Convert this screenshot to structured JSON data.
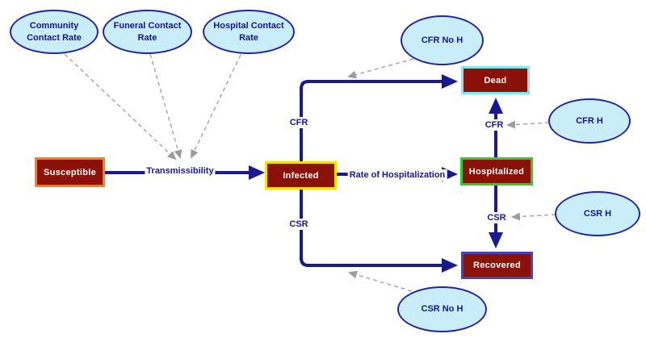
{
  "stocks": {
    "susceptible": "Susceptible",
    "infected": "Infected",
    "hospitalized": "Hospitalized",
    "dead": "Dead",
    "recovered": "Recovered"
  },
  "variables": {
    "community_contact_rate": "Community Contact Rate",
    "funeral_contact_rate": "Funeral Contact Rate",
    "hospital_contact_rate": "Hospital Contact Rate",
    "cfr_no_h": "CFR No H",
    "cfr_h": "CFR H",
    "csr_h": "CSR H",
    "csr_no_h": "CSR No H"
  },
  "edge_labels": {
    "transmissibility": "Transmissibility",
    "rate_of_hospitalization": "Rate of Hospitalization",
    "cfr_infected_to_dead": "CFR",
    "csr_infected_to_recovered": "CSR",
    "cfr_hospitalized_to_dead": "CFR",
    "csr_hospitalized_to_recovered": "CSR"
  },
  "colors": {
    "flow_line": "#1a1a8f",
    "edge_label_text": "#1a1a8f",
    "stock_fill": "#8a1208",
    "stock_text": "#ffffff",
    "susceptible_border": "#f08020",
    "infected_border": "#ffdf00",
    "hospitalized_border": "#2ecc2e",
    "dead_border": "#7fe9f2",
    "recovered_border": "#4444bb",
    "variable_fill": "#c9eefa",
    "variable_border": "#2525a0",
    "variable_text": "#14148c",
    "influence_dashed": "#a8a8a8"
  }
}
